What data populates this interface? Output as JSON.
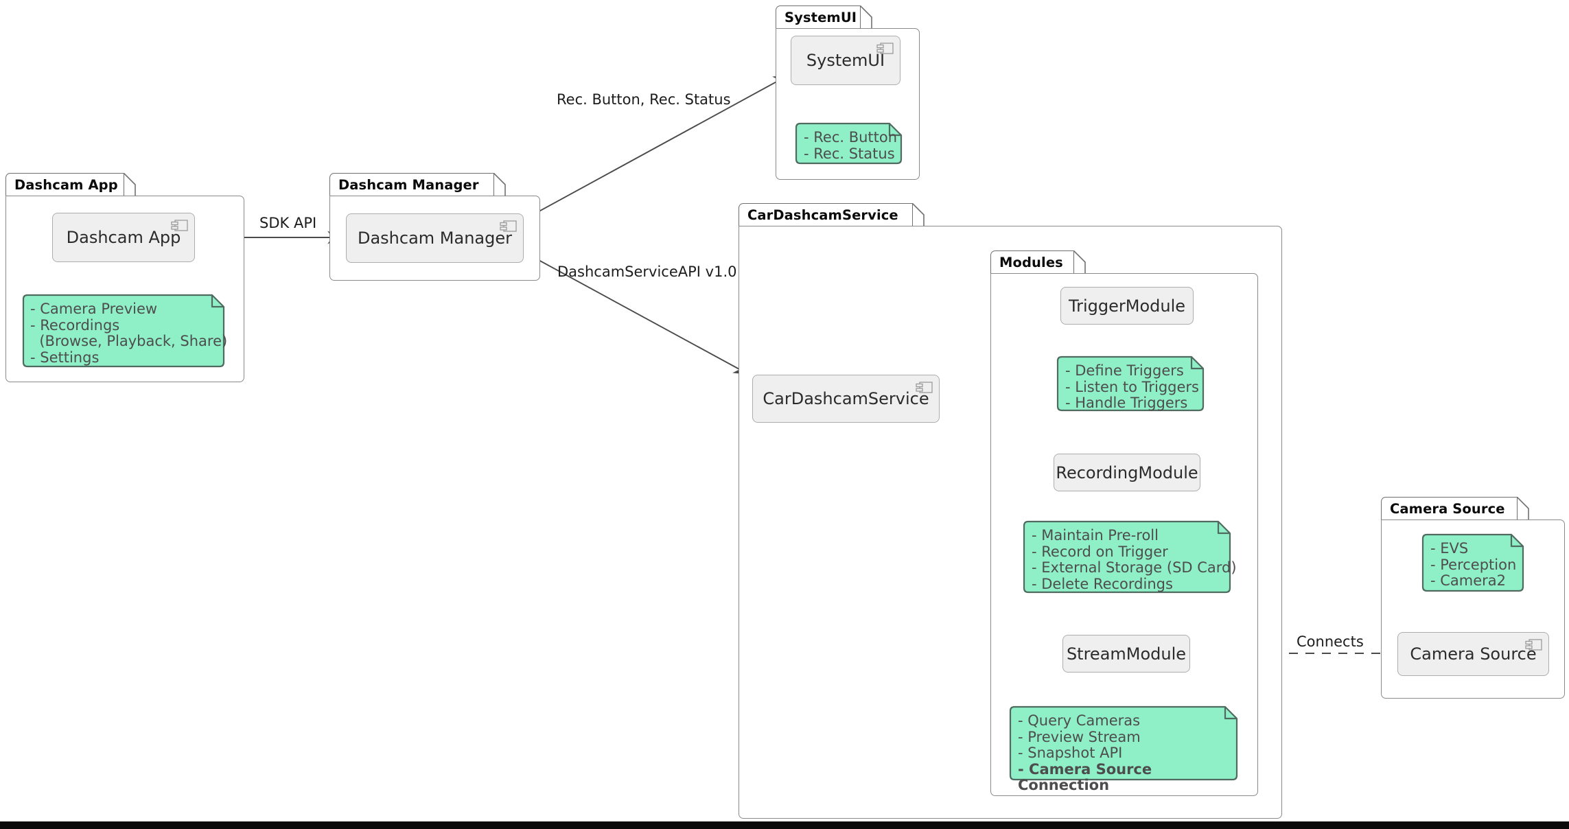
{
  "diagram": {
    "type": "uml-component-diagram",
    "colors": {
      "note_fill": "#8ff0c8",
      "note_border": "#4f6b60",
      "component_fill": "#efefef",
      "component_border": "#adadad",
      "package_border": "#8a8a8a",
      "edge": "#4a4a4a",
      "text": "#2b2b2b"
    }
  },
  "packages": [
    {
      "id": "dashcam_app",
      "label": "Dashcam App"
    },
    {
      "id": "dashcam_manager",
      "label": "Dashcam Manager"
    },
    {
      "id": "systemui",
      "label": "SystemUI"
    },
    {
      "id": "car_dashcam_service",
      "label": "CarDashcamService"
    },
    {
      "id": "modules",
      "label": "Modules"
    },
    {
      "id": "camera_source",
      "label": "Camera Source"
    }
  ],
  "components": [
    {
      "id": "dashcam_app",
      "label": "Dashcam App",
      "icon": "component-icon"
    },
    {
      "id": "dashcam_manager",
      "label": "Dashcam Manager",
      "icon": "component-icon"
    },
    {
      "id": "systemui",
      "label": "SystemUI",
      "icon": "component-icon"
    },
    {
      "id": "car_dashcam_service",
      "label": "CarDashcamService",
      "icon": "component-icon"
    },
    {
      "id": "trigger_module",
      "label": "TriggerModule",
      "icon": null
    },
    {
      "id": "recording_module",
      "label": "RecordingModule",
      "icon": null
    },
    {
      "id": "stream_module",
      "label": "StreamModule",
      "icon": null
    },
    {
      "id": "camera_source",
      "label": "Camera Source",
      "icon": "component-icon"
    }
  ],
  "notes": {
    "dashcam_app": "- Camera Preview\n- Recordings\n  (Browse, Playback, Share)\n- Settings",
    "systemui": "- Rec. Button\n- Rec. Status",
    "trigger_module": "- Define Triggers\n- Listen to Triggers\n- Handle Triggers",
    "recording_module": "- Maintain Pre-roll\n- Record on Trigger\n- External Storage (SD Card)\n- Delete Recordings",
    "stream_module_lines": [
      "- Query Cameras",
      "- Preview Stream",
      "- Snapshot API"
    ],
    "stream_module_bold_line": "- Camera Source Connection",
    "camera_source": "- EVS\n- Perception\n- Camera2"
  },
  "edges": [
    {
      "id": "sdk_api",
      "from": "dashcam_app",
      "to": "dashcam_manager",
      "label": "SDK API",
      "style": "solid-arrow"
    },
    {
      "id": "rec_button_status",
      "from": "dashcam_manager",
      "to": "systemui",
      "label": "Rec. Button, Rec. Status",
      "style": "solid-arrow"
    },
    {
      "id": "dashcam_service_api",
      "from": "dashcam_manager",
      "to": "car_dashcam_service",
      "label": "DashcamServiceAPI v1.0",
      "style": "solid-arrow"
    },
    {
      "id": "cds_trigger",
      "from": "car_dashcam_service",
      "to": "trigger_module",
      "label": "",
      "style": "solid-arrow"
    },
    {
      "id": "cds_recording",
      "from": "car_dashcam_service",
      "to": "recording_module",
      "label": "",
      "style": "solid-arrow"
    },
    {
      "id": "cds_stream",
      "from": "car_dashcam_service",
      "to": "stream_module",
      "label": "",
      "style": "curved-arrow"
    },
    {
      "id": "stream_camera",
      "from": "stream_module",
      "to": "camera_source",
      "label": "Connects",
      "style": "dashed"
    }
  ]
}
